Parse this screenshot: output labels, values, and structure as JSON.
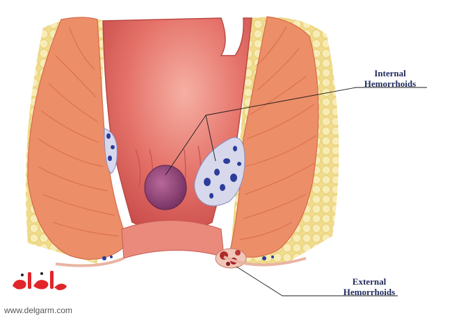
{
  "labels": {
    "internal_line1": "Internal",
    "internal_line2": "Hemorrhoids",
    "external_line1": "External",
    "external_line2": "Hemorrhoids"
  },
  "watermark": {
    "logo_text": "دلگرم",
    "url": "www.delgarm.com"
  },
  "colors": {
    "fat": "#f5e7a8",
    "muscle": "#ec8e68",
    "mucosa": "#e2605c",
    "hemorrhoid": "#8a3d73",
    "vessel": "#2b3d9a",
    "label_text": "#1e2a5a",
    "logo": "#e0262a"
  },
  "icons": [
    "hemorrhoid-cluster-icon"
  ]
}
